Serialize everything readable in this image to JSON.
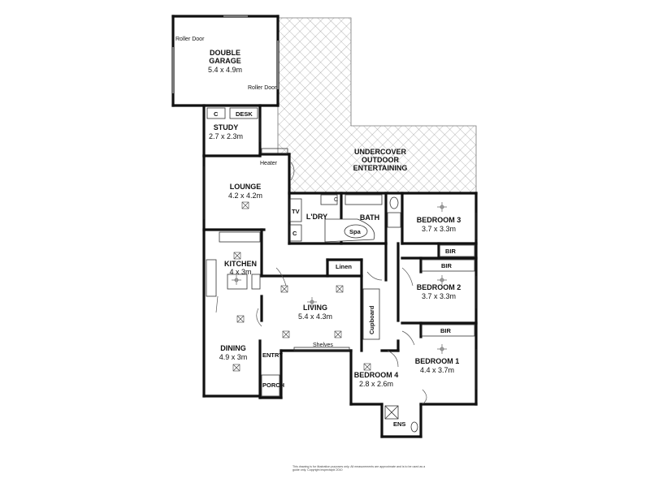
{
  "rooms": {
    "double_garage": {
      "name_line1": "DOUBLE",
      "name_line2": "GARAGE",
      "dims": "5.4 x 4.9m"
    },
    "roller_door_1": "Roller Door",
    "roller_door_2": "Roller Door",
    "study": {
      "name": "STUDY",
      "dims": "2.7 x 2.3m",
      "c": "C",
      "desk": "DESK"
    },
    "outdoor": {
      "line1": "UNDERCOVER",
      "line2": "OUTDOOR",
      "line3": "ENTERTAINING"
    },
    "heater": "Heater",
    "lounge": {
      "name": "LOUNGE",
      "dims": "4.2 x 4.2m"
    },
    "tv": "TV",
    "laundry": {
      "name": "L'DRY",
      "c_left": "C",
      "c_top": "C"
    },
    "bath": {
      "name": "BATH",
      "spa": "Spa"
    },
    "bedroom3": {
      "name": "BEDROOM 3",
      "dims": "3.7 x 3.3m",
      "bir": "BIR"
    },
    "kitchen": {
      "name": "KITCHEN",
      "dims": "4 x 3m"
    },
    "linen": "Linen",
    "bedroom2": {
      "name": "BEDROOM 2",
      "dims": "3.7 x 3.3m",
      "bir": "BIR"
    },
    "living": {
      "name": "LIVING",
      "dims": "5.4 x 4.3m"
    },
    "cupboard": "Cupboard",
    "bedroom1": {
      "name": "BEDROOM 1",
      "dims": "4.4 x 3.7m",
      "bir": "BIR"
    },
    "dining": {
      "name": "DINING",
      "dims": "4.9 x 3m"
    },
    "entry": "ENTRY",
    "shelves": "Shelves",
    "bedroom4": {
      "name": "BEDROOM 4",
      "dims": "2.8 x 2.6m"
    },
    "porch": "PORCH",
    "ens": "ENS"
  },
  "disclaimer": "This drawing is for illustration purposes only. All measurements are approximate and is to be used as a guide only. Copyright inspectapix 2010"
}
